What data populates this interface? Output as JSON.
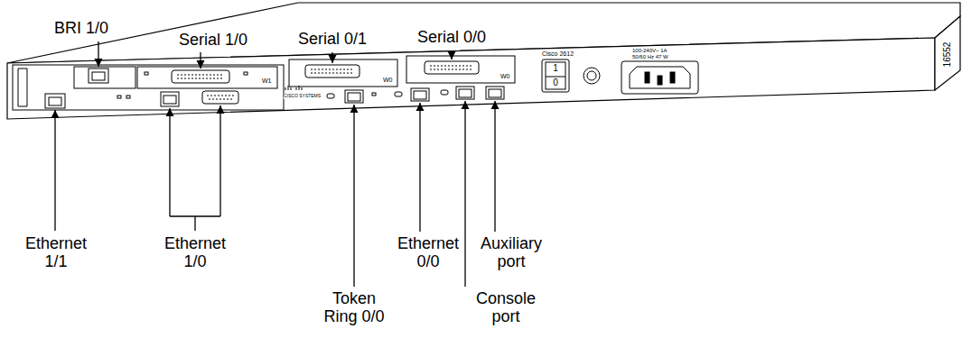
{
  "diagram": {
    "labels": [
      "BRI 1/0",
      "Serial 1/0",
      "Serial 0/1",
      "Serial 0/0",
      "Ethernet 1/1",
      "Ethernet 1/0",
      "Token Ring 0/0",
      "Ethernet 0/0",
      "Console port",
      "Auxiliary port",
      "Cisco 2612",
      "100-240V~ 1A",
      "50/60 Hz 47 W",
      "1",
      "0",
      "W1",
      "W0",
      "W0",
      "CISCO SYSTEMS",
      "16552"
    ]
  }
}
